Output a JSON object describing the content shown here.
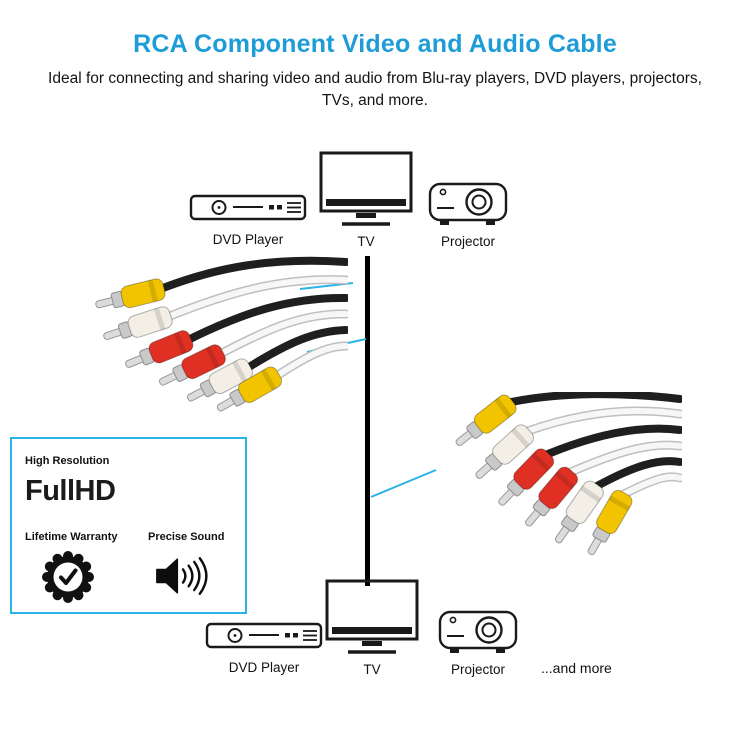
{
  "title": "RCA Component Video and Audio Cable",
  "subtitle": "Ideal for connecting and sharing video and audio from Blu-ray players, DVD players, projectors, TVs, and more.",
  "top_devices": [
    {
      "label": "DVD Player"
    },
    {
      "label": "TV"
    },
    {
      "label": "Projector"
    }
  ],
  "bottom_devices": [
    {
      "label": "DVD Player"
    },
    {
      "label": "TV"
    },
    {
      "label": "Projector"
    }
  ],
  "more_label": "...and more",
  "feature_box": {
    "high_resolution": "High Resolution",
    "fullhd": "FullHD",
    "lifetime_warranty": "Lifetime Warranty",
    "precise_sound": "Precise Sound"
  },
  "colors": {
    "title_blue": "#1e9cd8",
    "connector_line_blue": "#2ab4e8",
    "cable_black": "#1f1f1f",
    "rca_yellow": "#f2c400",
    "rca_red": "#e03024",
    "rca_white": "#f3efe7"
  },
  "icons": {
    "device_icons": [
      "dvd-player-icon",
      "tv-icon",
      "projector-icon"
    ],
    "feature_icons": [
      "warranty-seal-icon",
      "speaker-icon"
    ]
  }
}
